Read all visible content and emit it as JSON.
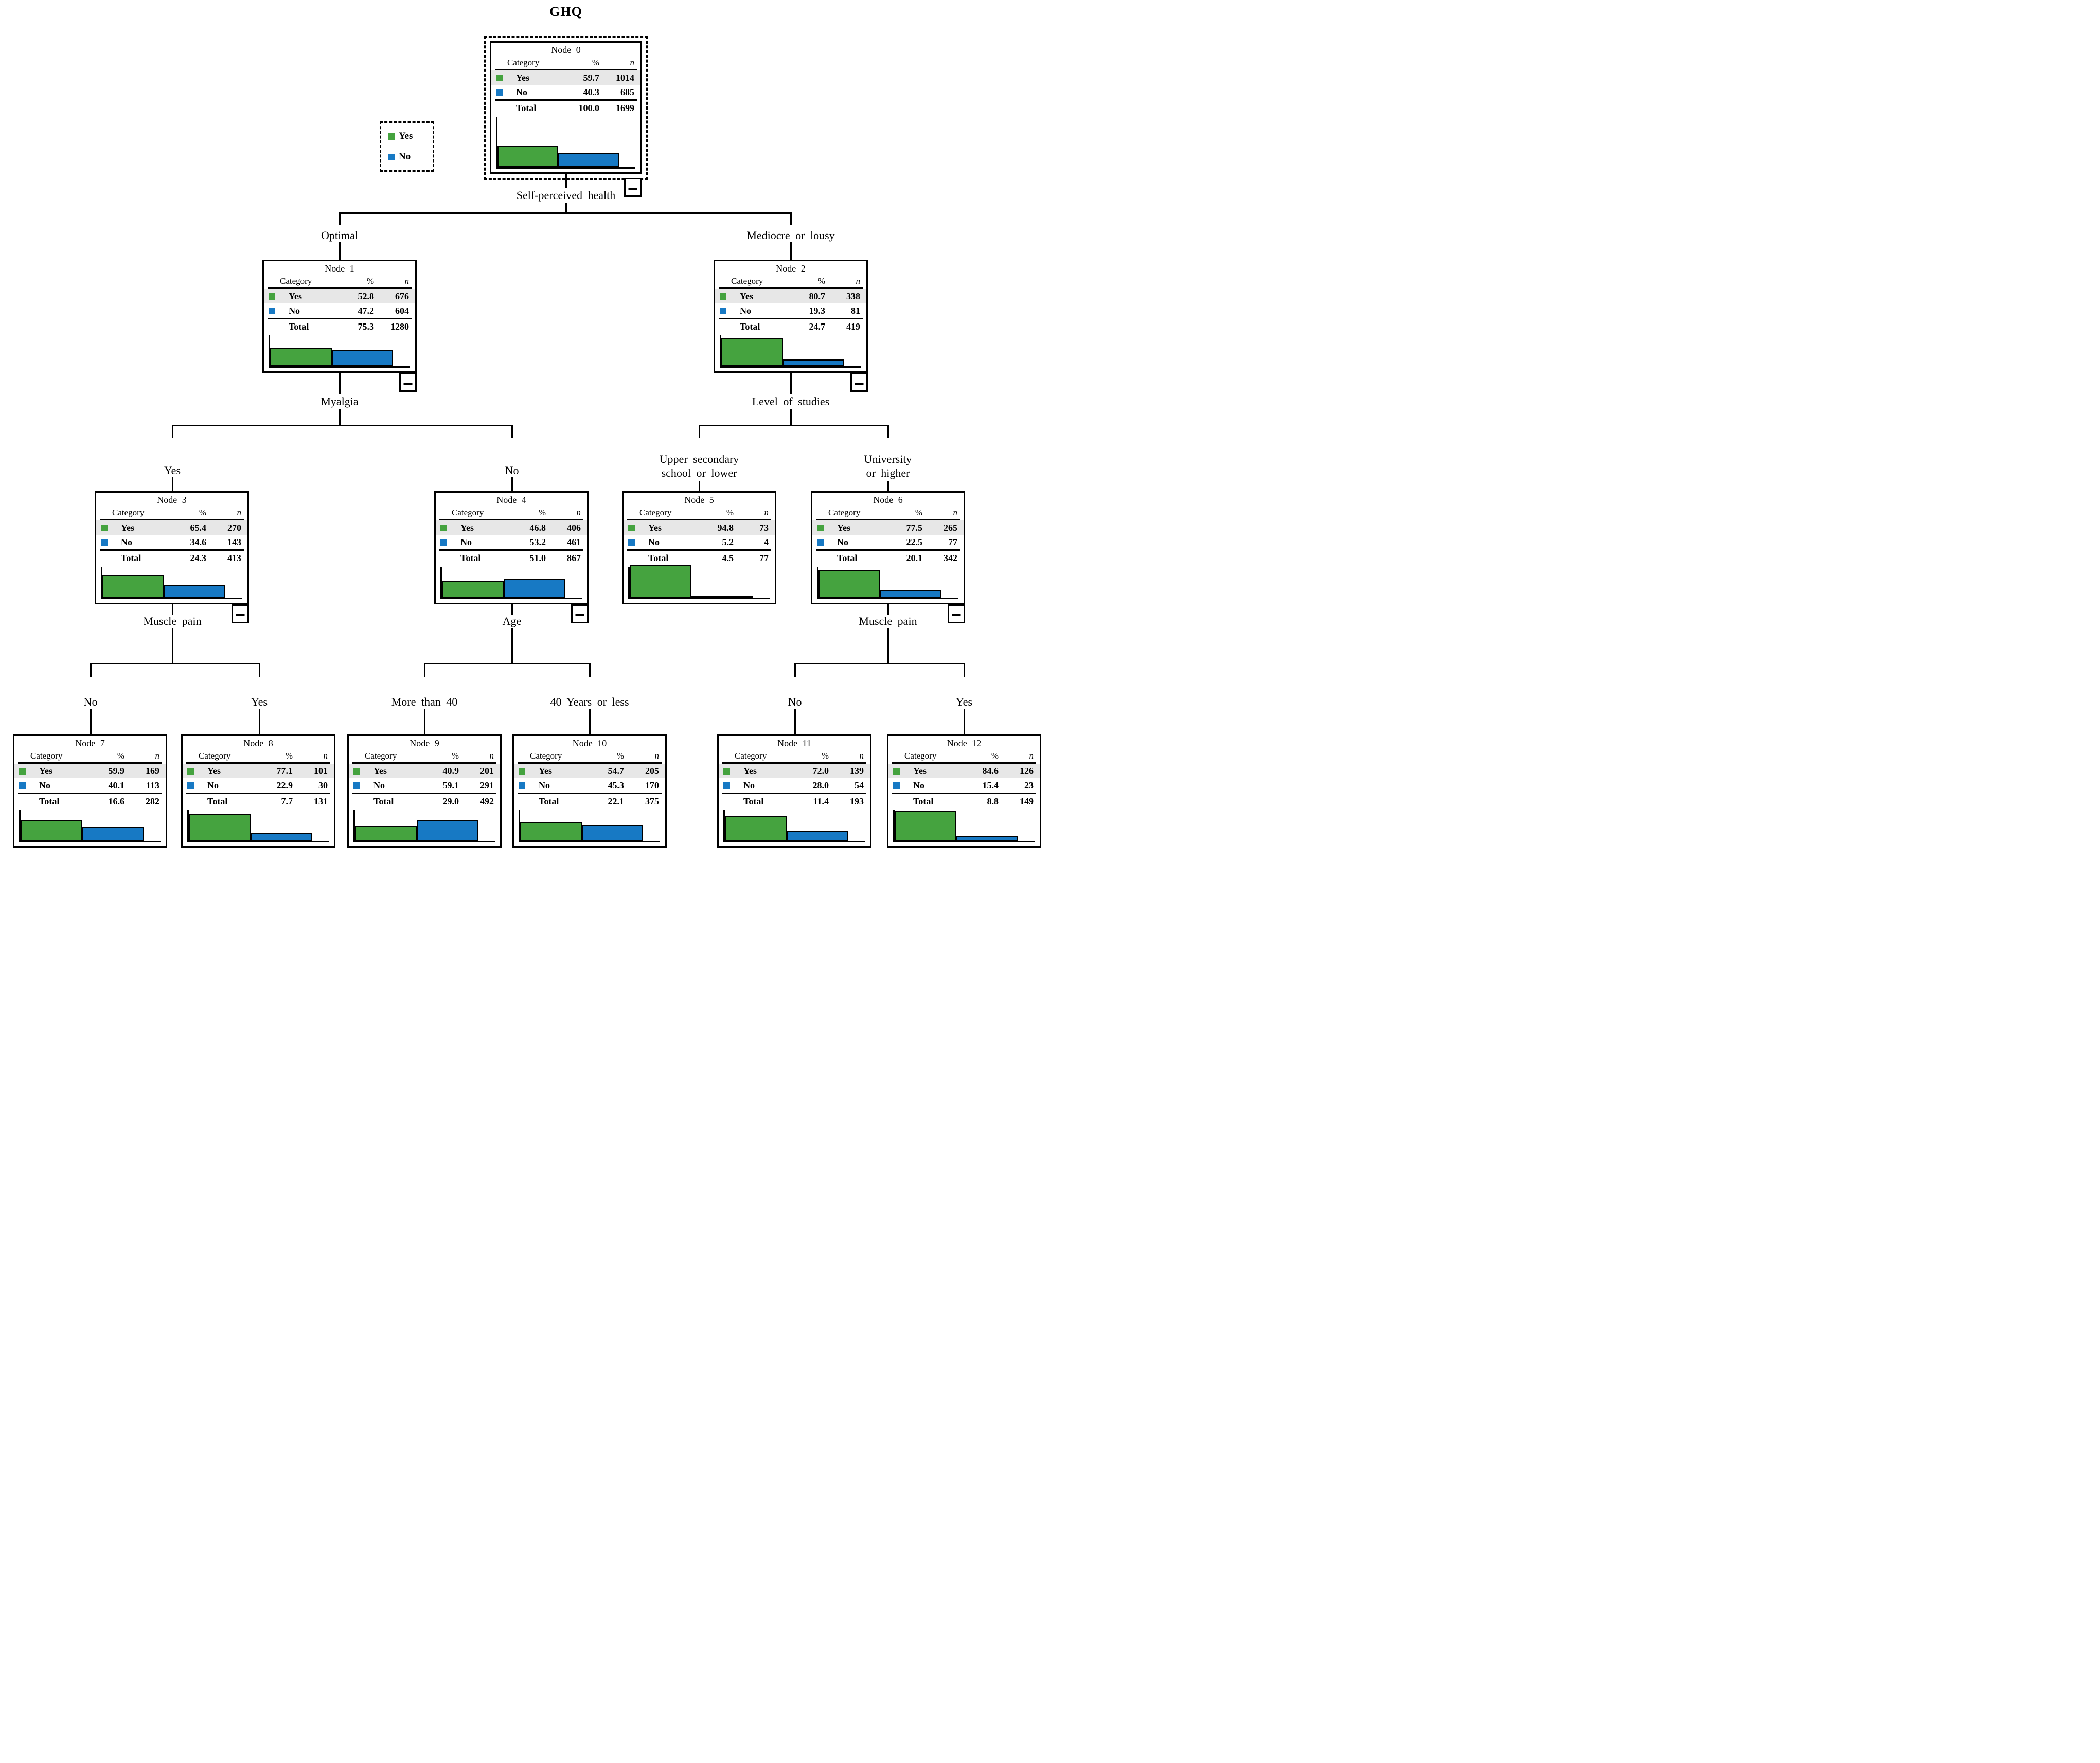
{
  "figure_title": "GHQ",
  "legend": {
    "yes": "Yes",
    "no": "No"
  },
  "table": {
    "category": "Category",
    "pct": "%",
    "n": "n",
    "yes": "Yes",
    "no": "No",
    "total": "Total"
  },
  "colors": {
    "yes_green": "#45A33F",
    "no_blue": "#1779C4",
    "row_highlight": "#E7E7E7",
    "line_black": "#000000"
  },
  "splits": {
    "root": "Self-perceived health",
    "node1": "Myalgia",
    "node2": "Level of studies",
    "node3": "Muscle pain",
    "node4": "Age",
    "node6": "Muscle pain"
  },
  "branches": {
    "optimal": "Optimal",
    "mediocre": "Mediocre or lousy",
    "myalgia_yes": "Yes",
    "myalgia_no": "No",
    "studies_lower_1": "Upper secondary",
    "studies_lower_2": "school or lower",
    "studies_higher_1": "University",
    "studies_higher_2": "or higher",
    "mp3_no": "No",
    "mp3_yes": "Yes",
    "age_more": "More than 40",
    "age_less": "40 Years or less",
    "mp6_no": "No",
    "mp6_yes": "Yes"
  },
  "nodes": [
    {
      "title": "Node 0",
      "yes_pct": "59.7",
      "yes_n": "1014",
      "no_pct": "40.3",
      "no_n": "685",
      "total_pct": "100.0",
      "total_n": "1699"
    },
    {
      "title": "Node 1",
      "yes_pct": "52.8",
      "yes_n": "676",
      "no_pct": "47.2",
      "no_n": "604",
      "total_pct": "75.3",
      "total_n": "1280"
    },
    {
      "title": "Node 2",
      "yes_pct": "80.7",
      "yes_n": "338",
      "no_pct": "19.3",
      "no_n": "81",
      "total_pct": "24.7",
      "total_n": "419"
    },
    {
      "title": "Node 3",
      "yes_pct": "65.4",
      "yes_n": "270",
      "no_pct": "34.6",
      "no_n": "143",
      "total_pct": "24.3",
      "total_n": "413"
    },
    {
      "title": "Node 4",
      "yes_pct": "46.8",
      "yes_n": "406",
      "no_pct": "53.2",
      "no_n": "461",
      "total_pct": "51.0",
      "total_n": "867"
    },
    {
      "title": "Node 5",
      "yes_pct": "94.8",
      "yes_n": "73",
      "no_pct": "5.2",
      "no_n": "4",
      "total_pct": "4.5",
      "total_n": "77"
    },
    {
      "title": "Node 6",
      "yes_pct": "77.5",
      "yes_n": "265",
      "no_pct": "22.5",
      "no_n": "77",
      "total_pct": "20.1",
      "total_n": "342"
    },
    {
      "title": "Node 7",
      "yes_pct": "59.9",
      "yes_n": "169",
      "no_pct": "40.1",
      "no_n": "113",
      "total_pct": "16.6",
      "total_n": "282"
    },
    {
      "title": "Node 8",
      "yes_pct": "77.1",
      "yes_n": "101",
      "no_pct": "22.9",
      "no_n": "30",
      "total_pct": "7.7",
      "total_n": "131"
    },
    {
      "title": "Node 9",
      "yes_pct": "40.9",
      "yes_n": "201",
      "no_pct": "59.1",
      "no_n": "291",
      "total_pct": "29.0",
      "total_n": "492"
    },
    {
      "title": "Node 10",
      "yes_pct": "54.7",
      "yes_n": "205",
      "no_pct": "45.3",
      "no_n": "170",
      "total_pct": "22.1",
      "total_n": "375"
    },
    {
      "title": "Node 11",
      "yes_pct": "72.0",
      "yes_n": "139",
      "no_pct": "28.0",
      "no_n": "54",
      "total_pct": "11.4",
      "total_n": "193"
    },
    {
      "title": "Node 12",
      "yes_pct": "84.6",
      "yes_n": "126",
      "no_pct": "15.4",
      "no_n": "23",
      "total_pct": "8.8",
      "total_n": "149"
    }
  ]
}
